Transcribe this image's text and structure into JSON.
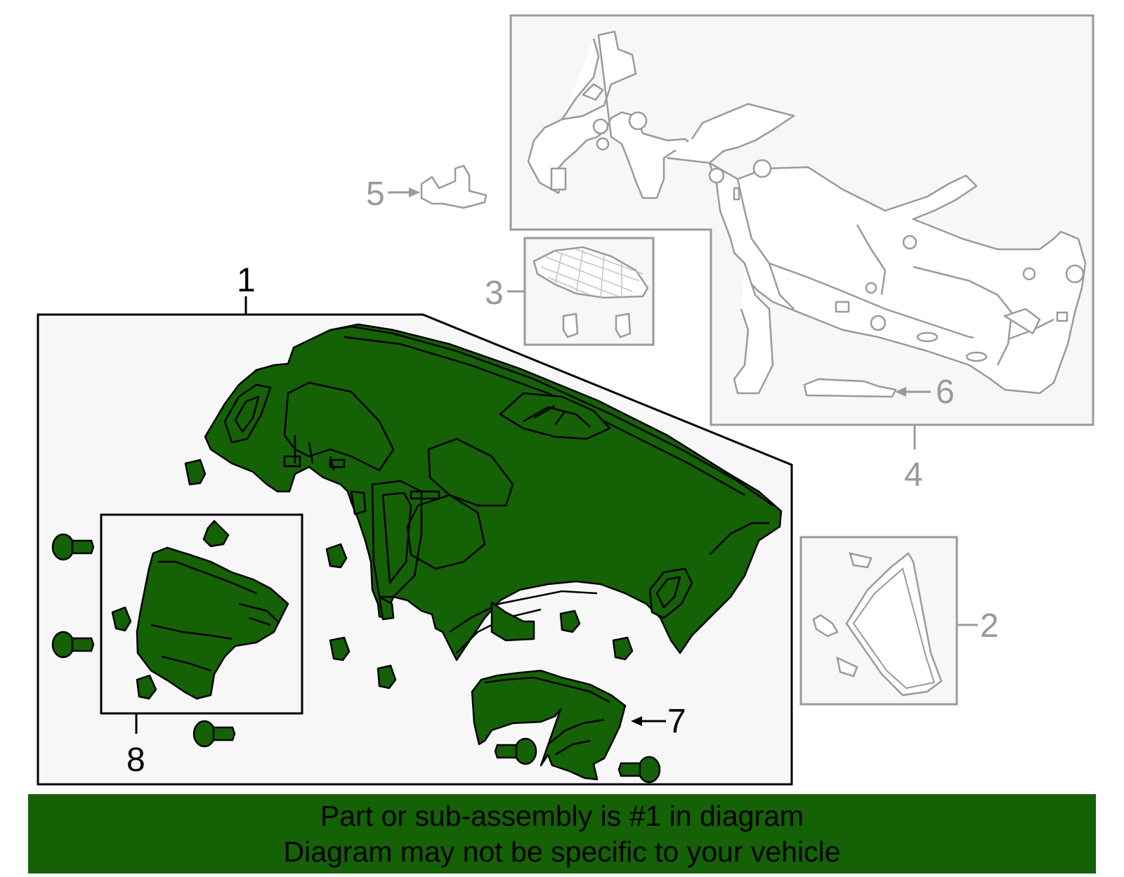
{
  "colors": {
    "highlight_green": "#156106",
    "banner_green": "#156106",
    "gray_line": "#9a9a9a",
    "panel_fill": "#f7f7f7",
    "black": "#000000"
  },
  "callouts": {
    "c1": "1",
    "c2": "2",
    "c3": "3",
    "c4": "4",
    "c5": "5",
    "c6": "6",
    "c7": "7",
    "c8": "8"
  },
  "banner": {
    "line1": "Part or sub-assembly is #1 in diagram",
    "line2": "Diagram may not be specific to your vehicle"
  }
}
